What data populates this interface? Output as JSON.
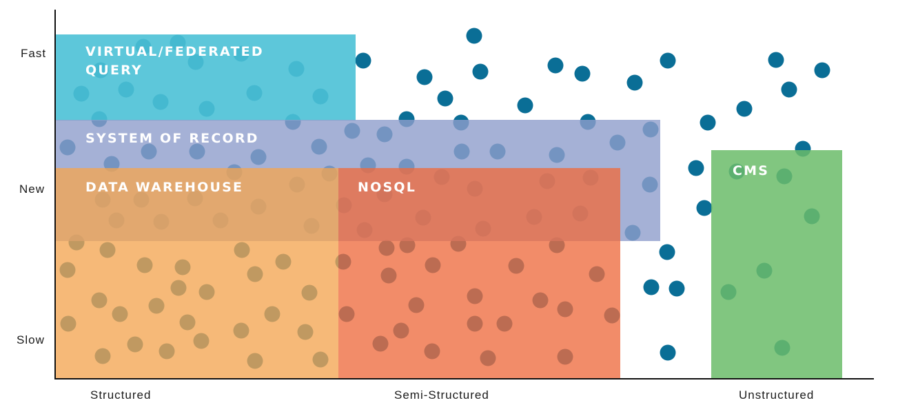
{
  "diagram": {
    "y_axis_labels": {
      "top": "Fast",
      "middle": "New",
      "bottom": "Slow"
    },
    "x_axis_labels": {
      "left": "Structured",
      "middle": "Semi-Structured",
      "right": "Unstructured"
    },
    "regions": {
      "virtual": {
        "line1": "VIRTUAL/FEDERATED",
        "line2": "QUERY",
        "color": "#4BC1D6"
      },
      "sor": {
        "label": "SYSTEM OF RECORD",
        "color": "#8F9ECC"
      },
      "dw": {
        "label": "DATA WAREHOUSE",
        "color": "#F3A552"
      },
      "nosql": {
        "label": "NOSQL",
        "color": "#EE6B3F"
      },
      "cms": {
        "label": "CMS",
        "color": "#6BBC6A"
      }
    },
    "dot_color": "#0A6E96",
    "axis_color": "#111111"
  }
}
